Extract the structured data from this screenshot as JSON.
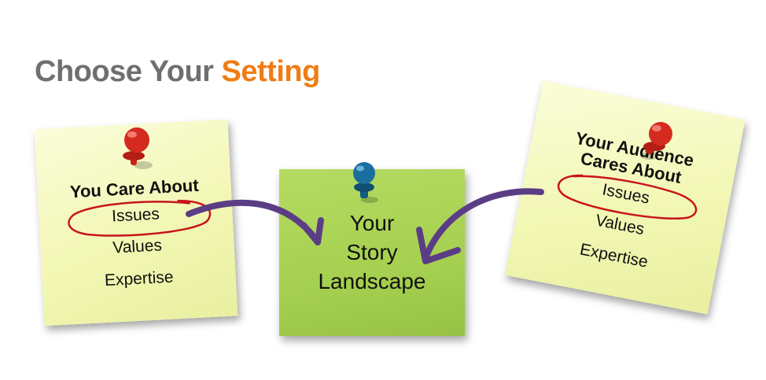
{
  "title": {
    "main": "Choose Your",
    "accent": "Setting"
  },
  "colors": {
    "title_gray": "#6f6f6f",
    "title_orange": "#f07c13",
    "yellow_note": "#f2f7b4",
    "green_note": "#a6d050",
    "arrow_purple": "#5b3d86",
    "circle_red": "#c8141c",
    "pin_red": "#d42a1f",
    "pin_blue": "#1a6f9e"
  },
  "left_note": {
    "heading": "You Care About",
    "items": [
      "Issues",
      "Values",
      "Expertise"
    ],
    "circled_item": "Issues"
  },
  "center_note": {
    "lines": [
      "Your",
      "Story",
      "Landscape"
    ]
  },
  "right_note": {
    "heading_lines": [
      "Your Audience",
      "Cares About"
    ],
    "items": [
      "Issues",
      "Values",
      "Expertise"
    ],
    "circled_item": "Issues"
  }
}
